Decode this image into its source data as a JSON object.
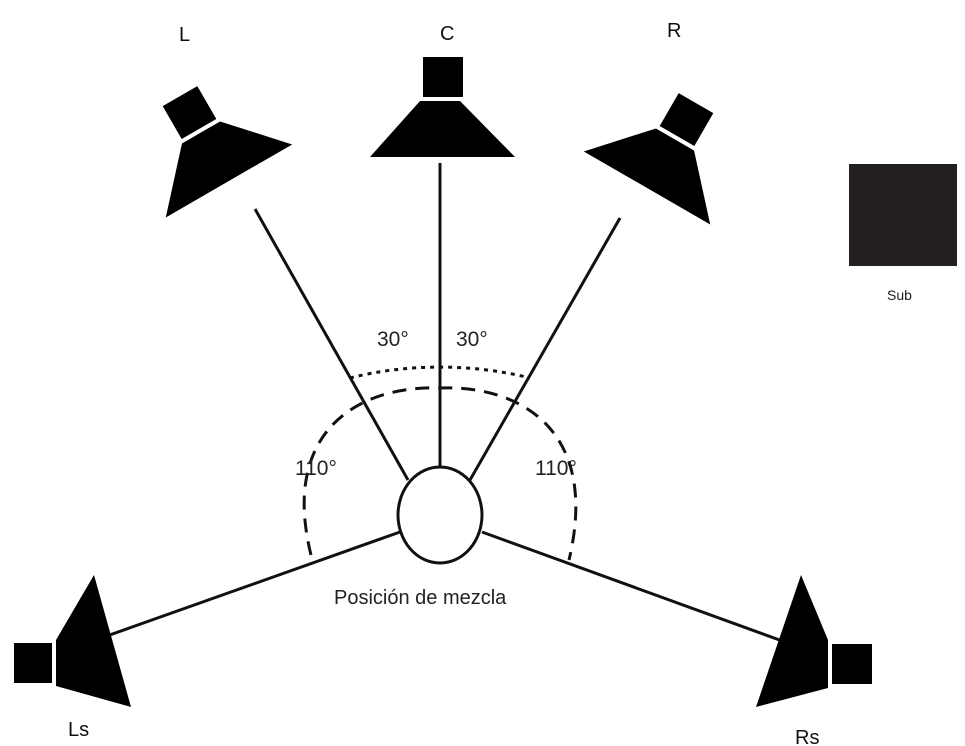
{
  "diagram": {
    "speakers": {
      "left": "L",
      "center": "C",
      "right": "R",
      "left_surround": "Ls",
      "right_surround": "Rs",
      "subwoofer": "Sub"
    },
    "angles": {
      "front_left": "30°",
      "front_right": "30°",
      "surround_left": "110°",
      "surround_right": "110°"
    },
    "listener": "Posición de mezcla"
  },
  "colors": {
    "speaker_fill": "#000000",
    "subwoofer_fill": "#231f20",
    "line": "#111111"
  }
}
